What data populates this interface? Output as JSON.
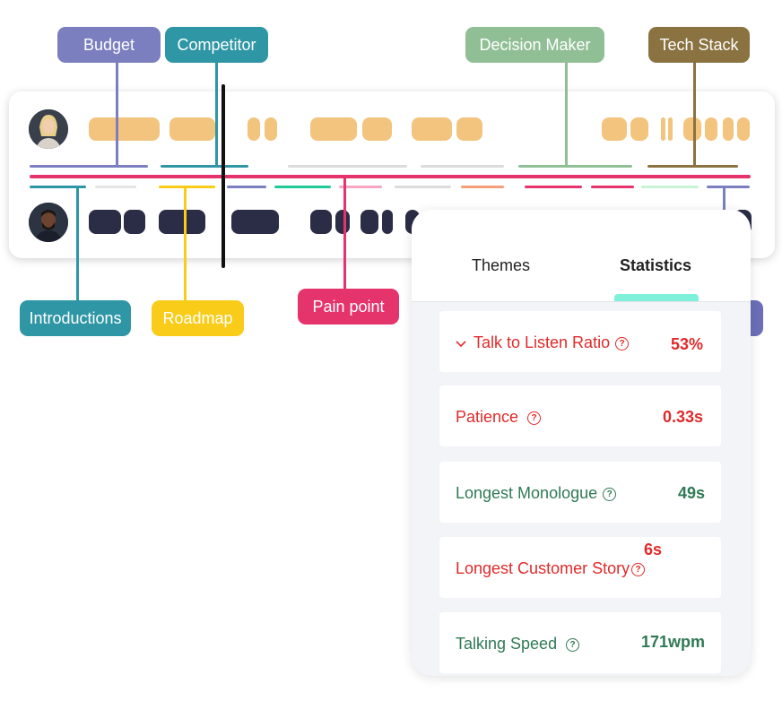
{
  "tags": {
    "budget": "Budget",
    "competitor": "Competitor",
    "decision_maker": "Decision Maker",
    "tech_stack": "Tech Stack",
    "introductions": "Introductions",
    "roadmap": "Roadmap",
    "pain_point": "Pain point"
  },
  "colors": {
    "budget": "#7b7fc0",
    "competitor": "#2e96a5",
    "decision_maker": "#91bf95",
    "tech_stack": "#8a7340",
    "introductions": "#2e96a5",
    "roadmap": "#f9cc1a",
    "pain_point": "#e5336c",
    "speaker1": "#f2c47e",
    "speaker2": "#2a2d45"
  },
  "panel": {
    "tabs": [
      "Themes",
      "Statistics"
    ],
    "active_tab": "Statistics",
    "stats": [
      {
        "label": "Talk to Listen Ratio",
        "value": "53%",
        "status": "bad",
        "expanded": true
      },
      {
        "label": "Patience",
        "value": "0.33s",
        "status": "bad"
      },
      {
        "label": "Longest Monologue",
        "value": "49s",
        "status": "good"
      },
      {
        "label": "Longest Customer Story",
        "value": "6s",
        "status": "bad"
      },
      {
        "label": "Talking Speed",
        "value": "171wpm",
        "status": "good"
      }
    ]
  }
}
